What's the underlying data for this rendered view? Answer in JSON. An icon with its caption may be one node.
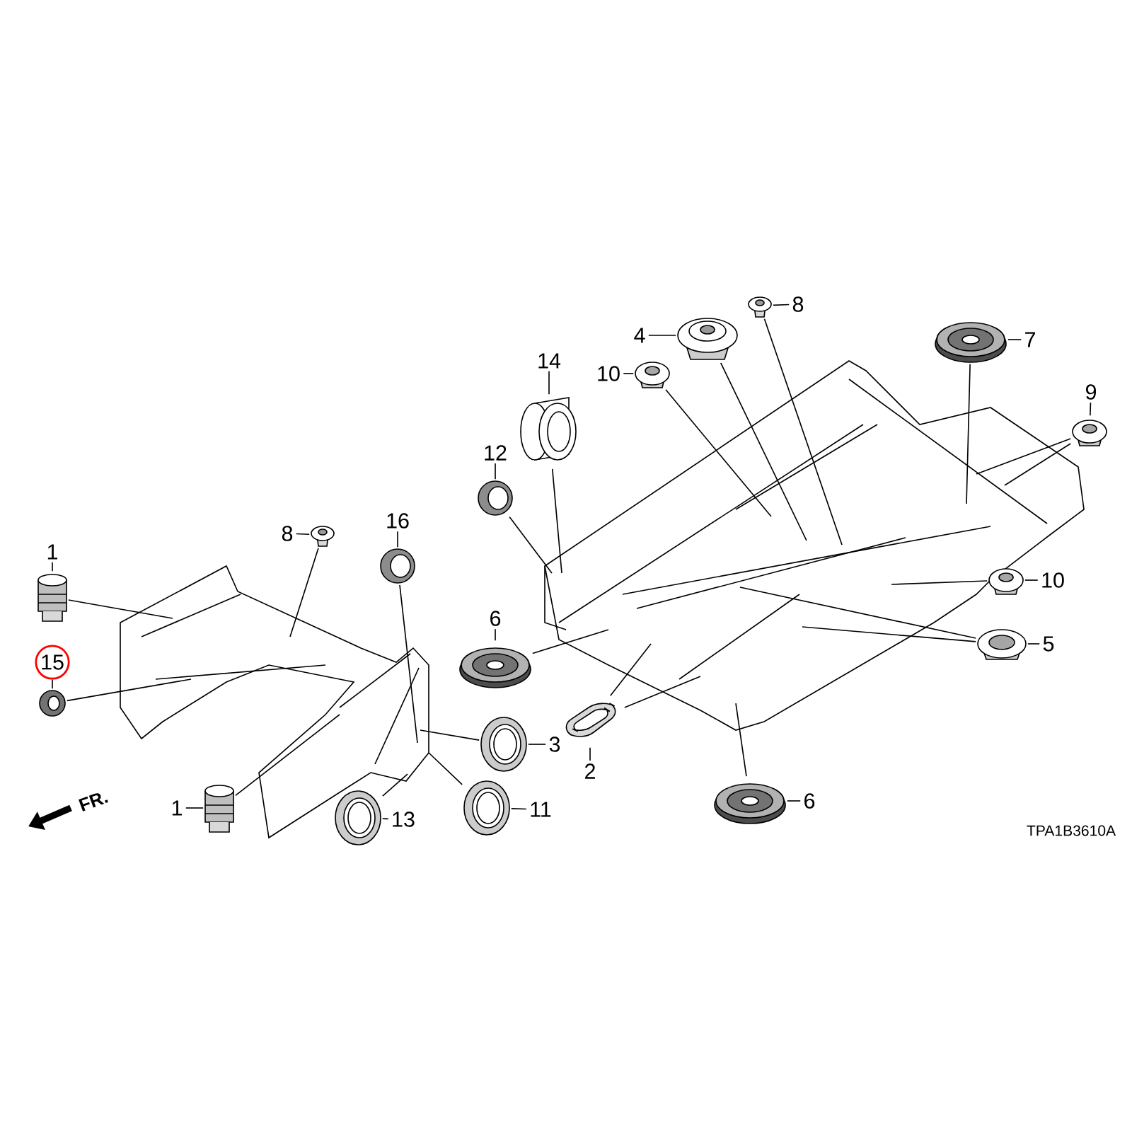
{
  "diagram": {
    "nodes": [
      {
        "text": [
          "1"
        ]
      },
      {
        "text": [],
        "shape": "picture"
      },
      {
        "text": [
          "15"
        ]
      },
      {
        "text": [],
        "shape": "picture"
      },
      {
        "text": [
          "8"
        ]
      },
      {
        "text": [],
        "shape": "picture"
      },
      {
        "text": [
          "16"
        ]
      },
      {
        "text": [],
        "shape": "picture"
      },
      {
        "text": [
          "1"
        ]
      },
      {
        "text": [],
        "shape": "picture"
      },
      {
        "text": [
          "13"
        ]
      },
      {
        "text": [],
        "shape": "picture"
      },
      {
        "text": [
          "3"
        ]
      },
      {
        "text": [],
        "shape": "picture"
      },
      {
        "text": [
          "11"
        ]
      },
      {
        "text": [],
        "shape": "picture"
      },
      {
        "text": [
          "14"
        ]
      },
      {
        "text": [],
        "shape": "picture"
      },
      {
        "text": [
          "12"
        ]
      },
      {
        "text": [],
        "shape": "picture"
      },
      {
        "text": [
          "10"
        ]
      },
      {
        "text": [],
        "shape": "picture"
      },
      {
        "text": [
          "4"
        ]
      },
      {
        "text": [],
        "shape": "picture"
      },
      {
        "text": [
          "8"
        ]
      },
      {
        "text": [],
        "shape": "picture"
      },
      {
        "text": [
          "7"
        ]
      },
      {
        "text": [],
        "shape": "picture"
      },
      {
        "text": [
          "9"
        ]
      },
      {
        "text": [],
        "shape": "picture"
      },
      {
        "text": [
          "10"
        ]
      },
      {
        "text": [],
        "shape": "picture"
      },
      {
        "text": [
          "6"
        ]
      },
      {
        "text": [],
        "shape": "picture"
      },
      {
        "text": [
          "2"
        ]
      },
      {
        "text": [],
        "shape": "picture"
      },
      {
        "text": [
          "5"
        ]
      },
      {
        "text": [],
        "shape": "picture"
      },
      {
        "text": [
          "6"
        ]
      },
      {
        "text": [],
        "shape": "picture"
      }
    ],
    "edges": [
      {
        "from": 0,
        "to": 1,
        "arrow": "none"
      },
      {
        "from": 1,
        "to": null,
        "arrow": "none"
      },
      {
        "from": 2,
        "to": 3,
        "arrow": "none"
      },
      {
        "from": 3,
        "to": null,
        "arrow": "none"
      },
      {
        "from": 4,
        "to": 5,
        "arrow": "none"
      },
      {
        "from": 5,
        "to": null,
        "arrow": "none"
      },
      {
        "from": 6,
        "to": 7,
        "arrow": "none"
      },
      {
        "from": 7,
        "to": null,
        "arrow": "none"
      },
      {
        "from": 8,
        "to": 9,
        "arrow": "none"
      },
      {
        "from": 9,
        "to": null,
        "arrow": "none"
      },
      {
        "from": 10,
        "to": 11,
        "arrow": "none"
      },
      {
        "from": 11,
        "to": null,
        "arrow": "none"
      },
      {
        "from": 12,
        "to": 13,
        "arrow": "none"
      },
      {
        "from": 13,
        "to": null,
        "arrow": "none"
      },
      {
        "from": 14,
        "to": 15,
        "arrow": "none"
      },
      {
        "from": 15,
        "to": null,
        "arrow": "none"
      },
      {
        "from": 16,
        "to": 17,
        "arrow": "none"
      },
      {
        "from": 17,
        "to": null,
        "arrow": "none"
      },
      {
        "from": 18,
        "to": 19,
        "arrow": "none"
      },
      {
        "from": 19,
        "to": null,
        "arrow": "none"
      },
      {
        "from": 20,
        "to": 21,
        "arrow": "none"
      },
      {
        "from": 21,
        "to": null,
        "arrow": "none"
      },
      {
        "from": 22,
        "to": 23,
        "arrow": "none"
      },
      {
        "from": 23,
        "to": null,
        "arrow": "none"
      },
      {
        "from": 24,
        "to": 25,
        "arrow": "none"
      },
      {
        "from": 25,
        "to": null,
        "arrow": "none"
      },
      {
        "from": 26,
        "to": 27,
        "arrow": "none"
      },
      {
        "from": 27,
        "to": null,
        "arrow": "none"
      },
      {
        "from": 28,
        "to": 29,
        "arrow": "none"
      },
      {
        "from": 29,
        "to": null,
        "arrow": "none"
      },
      {
        "from": 29,
        "to": null,
        "arrow": "none"
      },
      {
        "from": 30,
        "to": 31,
        "arrow": "none"
      },
      {
        "from": 31,
        "to": null,
        "arrow": "none"
      },
      {
        "from": 32,
        "to": 33,
        "arrow": "none"
      },
      {
        "from": 33,
        "to": null,
        "arrow": "none"
      },
      {
        "from": 34,
        "to": 35,
        "arrow": "none"
      },
      {
        "from": 35,
        "to": null,
        "arrow": "none"
      },
      {
        "from": 35,
        "to": null,
        "arrow": "none"
      },
      {
        "from": 36,
        "to": 37,
        "arrow": "none"
      },
      {
        "from": 37,
        "to": null,
        "arrow": "none"
      },
      {
        "from": 37,
        "to": null,
        "arrow": "none"
      },
      {
        "from": 38,
        "to": 39,
        "arrow": "none"
      },
      {
        "from": 39,
        "to": null,
        "arrow": "none"
      }
    ],
    "labels": [
      "FR.",
      "TPA1B3610A"
    ]
  }
}
